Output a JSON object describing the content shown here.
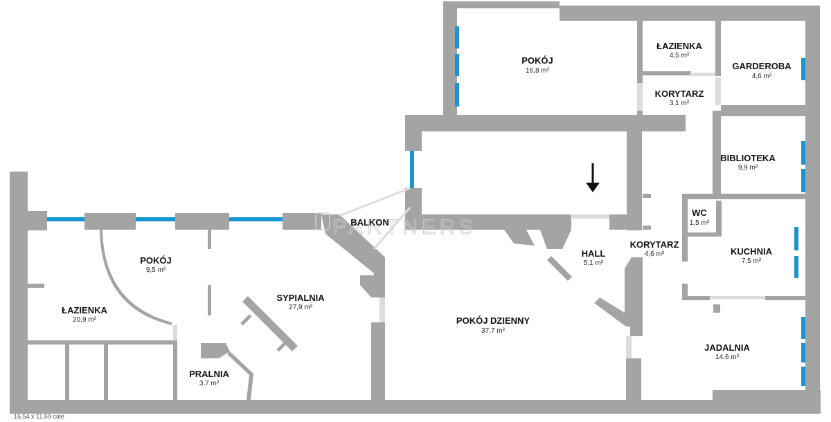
{
  "colors": {
    "wall": "#a4a4a4",
    "window": "#1a95d3",
    "door_gap": "#dcdcdc",
    "background": "#ffffff",
    "text": "#111111"
  },
  "watermark": {
    "text": "PARTNERS"
  },
  "footnote": "16,54 x 11,69 cale",
  "rooms": [
    {
      "id": "pokoj-top",
      "name": "POKÓJ",
      "area": "16,8 m²"
    },
    {
      "id": "lazienka-top",
      "name": "ŁAZIENKA",
      "area": "4,5 m²"
    },
    {
      "id": "garderoba",
      "name": "GARDEROBA",
      "area": "4,6 m²"
    },
    {
      "id": "korytarz-top",
      "name": "KORYTARZ",
      "area": "3,1 m²"
    },
    {
      "id": "biblioteka",
      "name": "BIBLIOTEKA",
      "area": "9,9 m²"
    },
    {
      "id": "wc",
      "name": "WC",
      "area": "1,5 m²"
    },
    {
      "id": "balkon",
      "name": "BALKON",
      "area": ""
    },
    {
      "id": "hall",
      "name": "HALL",
      "area": "5,1 m²"
    },
    {
      "id": "korytarz-mid",
      "name": "KORYTARZ",
      "area": "4,6 m²"
    },
    {
      "id": "kuchnia",
      "name": "KUCHNIA",
      "area": "7,5 m²"
    },
    {
      "id": "pokoj-left",
      "name": "POKÓJ",
      "area": "9,5 m²"
    },
    {
      "id": "sypialnia",
      "name": "SYPIALNIA",
      "area": "27,9 m²"
    },
    {
      "id": "lazienka-left",
      "name": "ŁAZIENKA",
      "area": "20,9 m²"
    },
    {
      "id": "pokoj-dzienny",
      "name": "POKÓJ DZIENNY",
      "area": "37,7 m²"
    },
    {
      "id": "jadalnia",
      "name": "JADALNIA",
      "area": "14,6 m²"
    },
    {
      "id": "pralnia",
      "name": "PRALNIA",
      "area": "3,7 m²"
    }
  ],
  "icons": {
    "entrance": "entrance-arrow-icon"
  }
}
